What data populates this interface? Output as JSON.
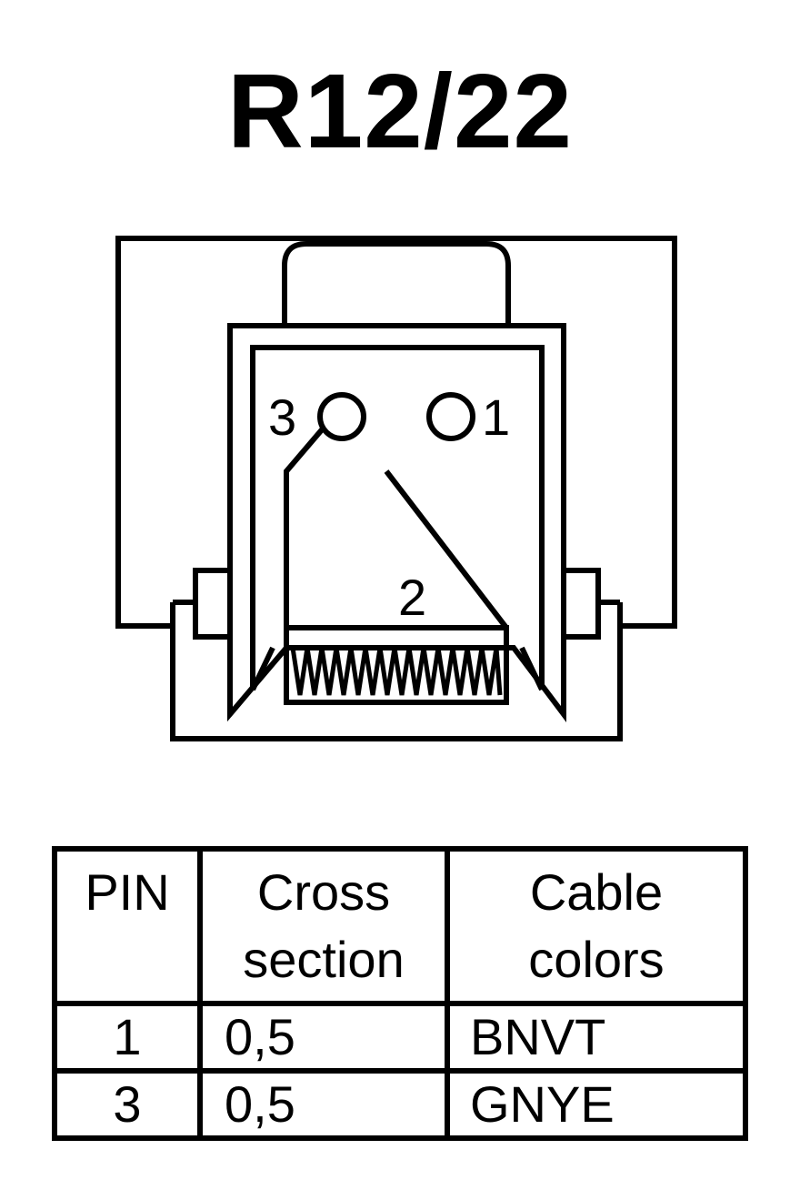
{
  "title": "R12/22",
  "diagram": {
    "pin_labels": {
      "pin1": "1",
      "pin2": "2",
      "pin3": "3"
    }
  },
  "table": {
    "headers": {
      "pin": "PIN",
      "cross_line1": "Cross",
      "cross_line2": "section",
      "colors_line1": "Cable",
      "colors_line2": "colors"
    },
    "rows": [
      {
        "pin": "1",
        "cross_section": "0,5",
        "cable_color": "BNVT"
      },
      {
        "pin": "3",
        "cross_section": "0,5",
        "cable_color": "GNYE"
      }
    ]
  }
}
